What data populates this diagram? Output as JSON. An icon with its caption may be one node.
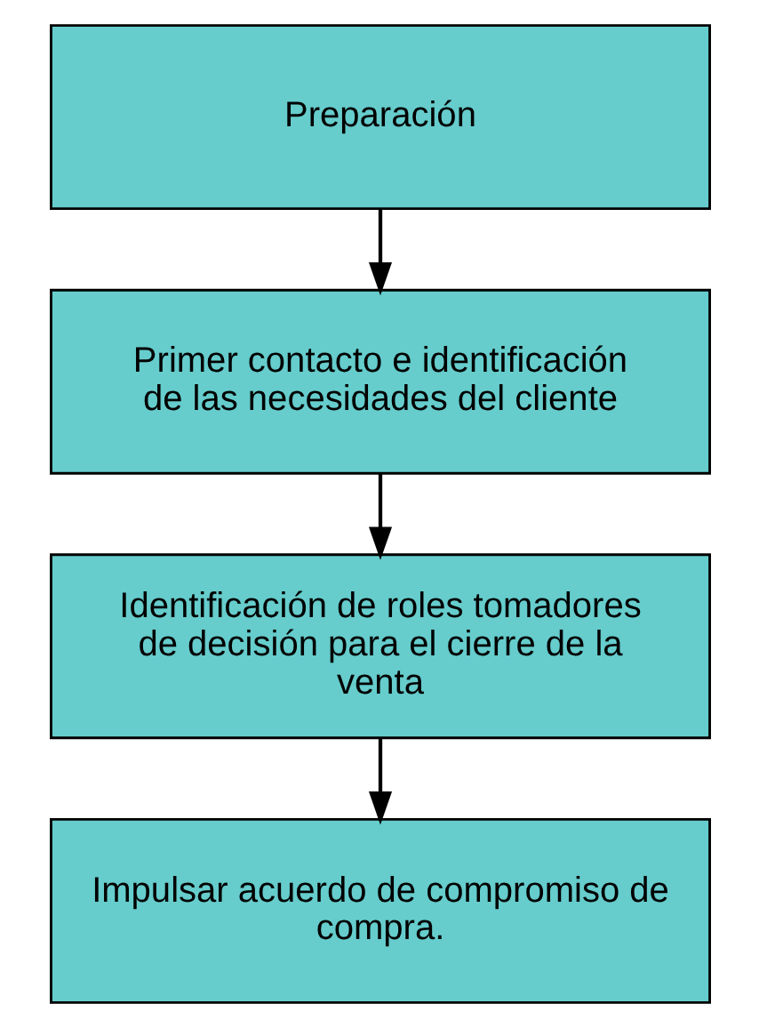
{
  "diagram": {
    "nodes": [
      {
        "text": [
          "Preparación"
        ]
      },
      {
        "text": [
          "Primer contacto e identificación de las necesidades del cliente"
        ]
      },
      {
        "text": [
          "Identificación de roles tomadores de decisión para el cierre de la venta"
        ]
      },
      {
        "text": [
          "Impulsar acuerdo de compromiso de compra."
        ]
      }
    ],
    "edges": [
      {
        "from": 0,
        "to": 1,
        "arrow": "to"
      },
      {
        "from": 1,
        "to": 2,
        "arrow": "to"
      },
      {
        "from": 2,
        "to": 3,
        "arrow": "to"
      }
    ]
  }
}
